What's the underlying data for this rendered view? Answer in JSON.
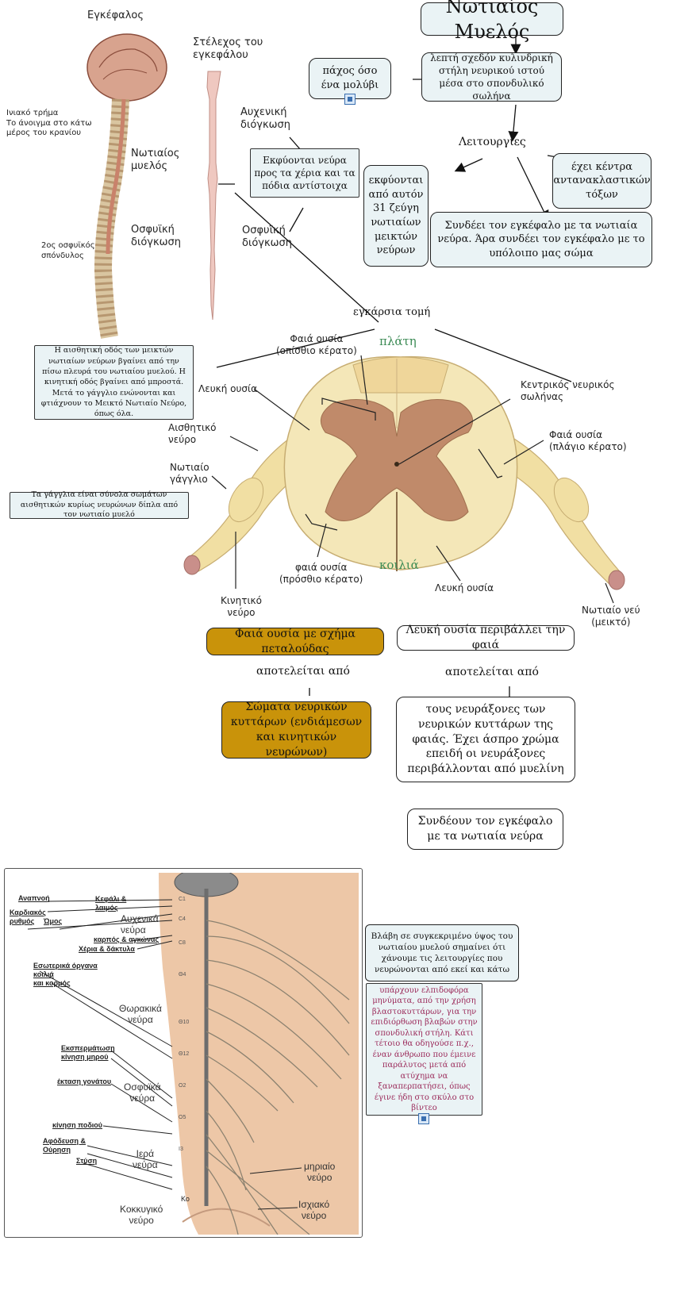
{
  "map": {
    "title": "Νωτιαίος Μυελός",
    "definition": "λεπτή σχεδόν κυλινδρική στήλη νευρικού ιστού μέσα στο σπονδυλικό σωλήνα",
    "thickness": "πάχος όσο ένα μολύβι",
    "functions_label": "Λειτουργίες",
    "reflex_center": "έχει κέντρα αντανακλαστικών τόξων",
    "nerves_31": "εκφύονται από αυτόν 31 ζεύγη νωτιαίων μεικτών νεύρων",
    "connects": "Συνδέει τον εγκέφαλο με τα νωτιαία νεύρα. Άρα συνδέει τον εγκέφαλο με το υπόλοιπο μας σώμα",
    "enlargements_note": "Εκφύονται νεύρα προς τα χέρια και τα πόδια αντίστοιχα",
    "cross_section_label": "εγκάρσια τομή",
    "sensory_path_note": "Η αισθητική οδός των μεικτών νωτιαίων νεύρων βγαίνει από την πίσω πλευρά του νωτιαίου μυελού. Η κινητική οδός βγαίνει από μπροστά. Μετά το γάγγλιο ενώνονται και φτιάχνουν το Μεικτό Νωτιαίο Νεύρο, όπως όλα.",
    "ganglia_note": "Τα γάγγλια είναι σύνολα σωμάτων αισθητικών κυρίως νευρώνων δίπλα από τον νωτιαίο μυελό",
    "grey_matter": "Φαιά ουσία με σχήμα πεταλούδας",
    "consists_of_left": "αποτελείται από",
    "grey_cells": "Σώματα νευρικών κυττάρων (ενδιάμεσων και κινητικών νευρώνων)",
    "white_matter": "Λευκή ουσία περιβάλλει την φαιά",
    "consists_of_right": "αποτελείται από",
    "white_axons": "τους νευράξονες των νευρικών κυττάρων της φαιάς. Έχει άσπρο χρώμα επειδή οι νευράξονες περιβάλλονται από μυελίνη",
    "white_connect": "Συνδέουν τον εγκέφαλο με τα νωτιαία νεύρα",
    "damage_note": "Βλάβη σε συγκεκριμένο ύψος του νωτιαίου μυελού σημαίνει ότι χάνουμε τις λειτουργίες που νευρώνονται από εκεί και κάτω",
    "hope_note": "υπάρχουν ελπιδοφόρα μηνύματα, από την χρήση βλαστοκυττάρων, για την επιδιόρθωση βλαβών στην σπονδυλική στήλη. Κάτι τέτοιο θα οδηγούσε π.χ., έναν άνθρωπο που έμεινε παράλυτος μετά από ατύχημα να ξαναπερπατήσει, όπως έγινε ήδη στο σκύλο στο βίντεο"
  },
  "fig1": {
    "brain": "Εγκέφαλος",
    "sacral": "Ινιακό τρήμα\nΤο άνοιγμα στο κάτω\nμέρος του κρανίου",
    "cord": "Νωτιαίος\nμυελός",
    "lumbar_enl": "Οσφυϊκή\nδιόγκωση",
    "vertebra": "2ος οσφυϊκός\nσπόνδυλος",
    "brainstem": "Στέλεχος του\nεγκεφάλου",
    "cervical_enl": "Αυχενική\nδιόγκωση",
    "lumbar_enl2": "Οσφυϊκή\nδιόγκωση"
  },
  "fig2": {
    "grey_post": "Φαιά ουσία\n(οπίσθιο κέρατο)",
    "back": "πλάτη",
    "white1": "Λευκή ουσία",
    "central_canal": "Κεντρικός νευρικός\nσωλήνας",
    "sensory_nerve": "Αισθητικό\nνεύρο",
    "grey_lat": "Φαιά ουσία\n(πλάγιο κέρατο)",
    "ganglion": "Νωτιαίο\nγάγγλιο",
    "grey_ant": "φαιά ουσία\n(πρόσθιο κέρατο)",
    "belly": "κοιλιά",
    "white2": "Λευκή ουσία",
    "motor_nerve": "Κινητικό\nνεύρο",
    "spinal_nerve": "Νωτιαίο νεύ\n(μεικτό)"
  },
  "fig3": {
    "breathing": "Αναπνοή",
    "head_neck": "Κεφάλι &\nλαιμός",
    "heart_rhythm": "Καρδιακός\nρυθμός",
    "shoulder": "Ώμος",
    "cervical_nerves": "Αυχενικά\nνεύρα",
    "wrist_elbow": "καρπός & αγκώνας",
    "hands_fingers": "Χέρια & δάκτυλα",
    "internal_organs": "Εσωτερικά όργανα\nκοιλιά\nκαι κορμός",
    "thoracic_nerves": "Θωρακικά\nνεύρα",
    "ejaculation": "Εκσπερμάτωση\nκίνηση μηρού",
    "knee_ext": "έκταση γονάτου",
    "lumbar_nerves": "Οσφυϊκά\nνεύρα",
    "foot_move": "κίνηση ποδιού",
    "bowel": "Αφόδευση &\nΟύρηση",
    "erection": "Στύση",
    "sacral_nerves": "Ιερά\nνεύρα",
    "femoral_nerve": "μηριαίο\nνεύρο",
    "coccygeal_nerve": "Κοκκυγικό\nνεύρο",
    "sciatic_nerve": "Ισχιακό\nνεύρο",
    "co": "Κο"
  },
  "colors": {
    "node_fill": "#eaf3f5",
    "gold": "#c9930a",
    "grey_matter": "#c08a6a",
    "white_matter": "#f4e7b8",
    "green": "#3c8b55",
    "hope_text": "#9b2a5a"
  }
}
